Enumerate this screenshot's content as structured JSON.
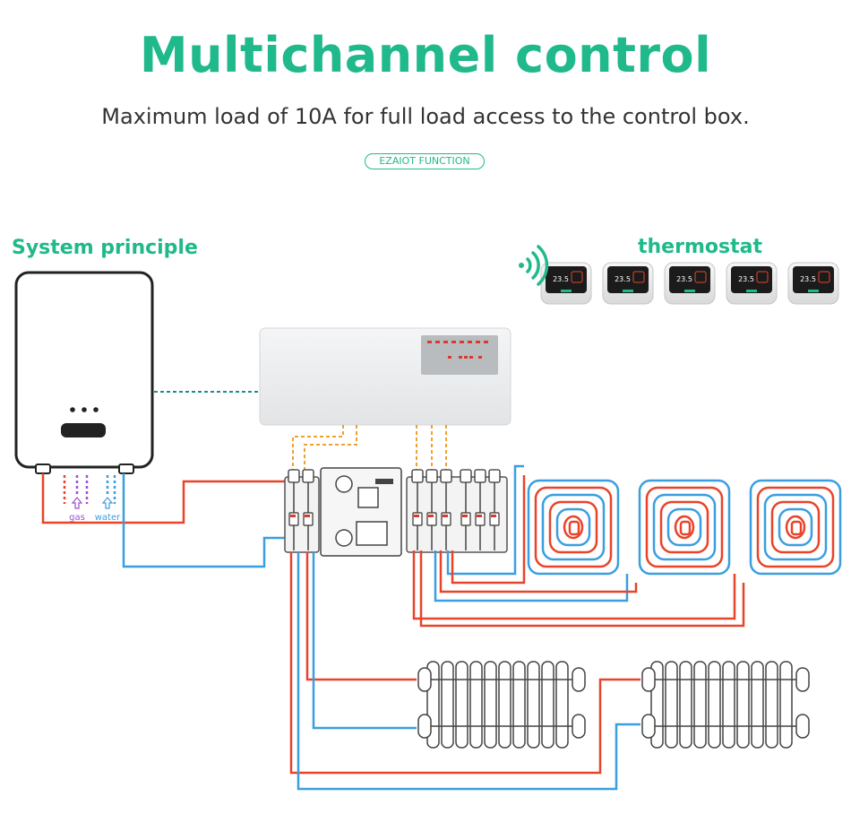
{
  "header": {
    "title": "Multichannel control",
    "subtitle": "Maximum load of 10A for full load access to the control box.",
    "badge": "EZAIOT FUNCTION"
  },
  "diagram": {
    "system_label": "System principle",
    "thermostat_label": "thermostat",
    "thermostat_count": 5,
    "boiler_labels": {
      "gas": "gas",
      "water": "water"
    },
    "thermostat_display": "23.5"
  },
  "colors": {
    "accent": "#20b98b",
    "hot_pipe": "#e8442a",
    "cold_pipe": "#3a9ee0",
    "signal_wire": "#f0a030",
    "gas": "#9b4fd8"
  }
}
